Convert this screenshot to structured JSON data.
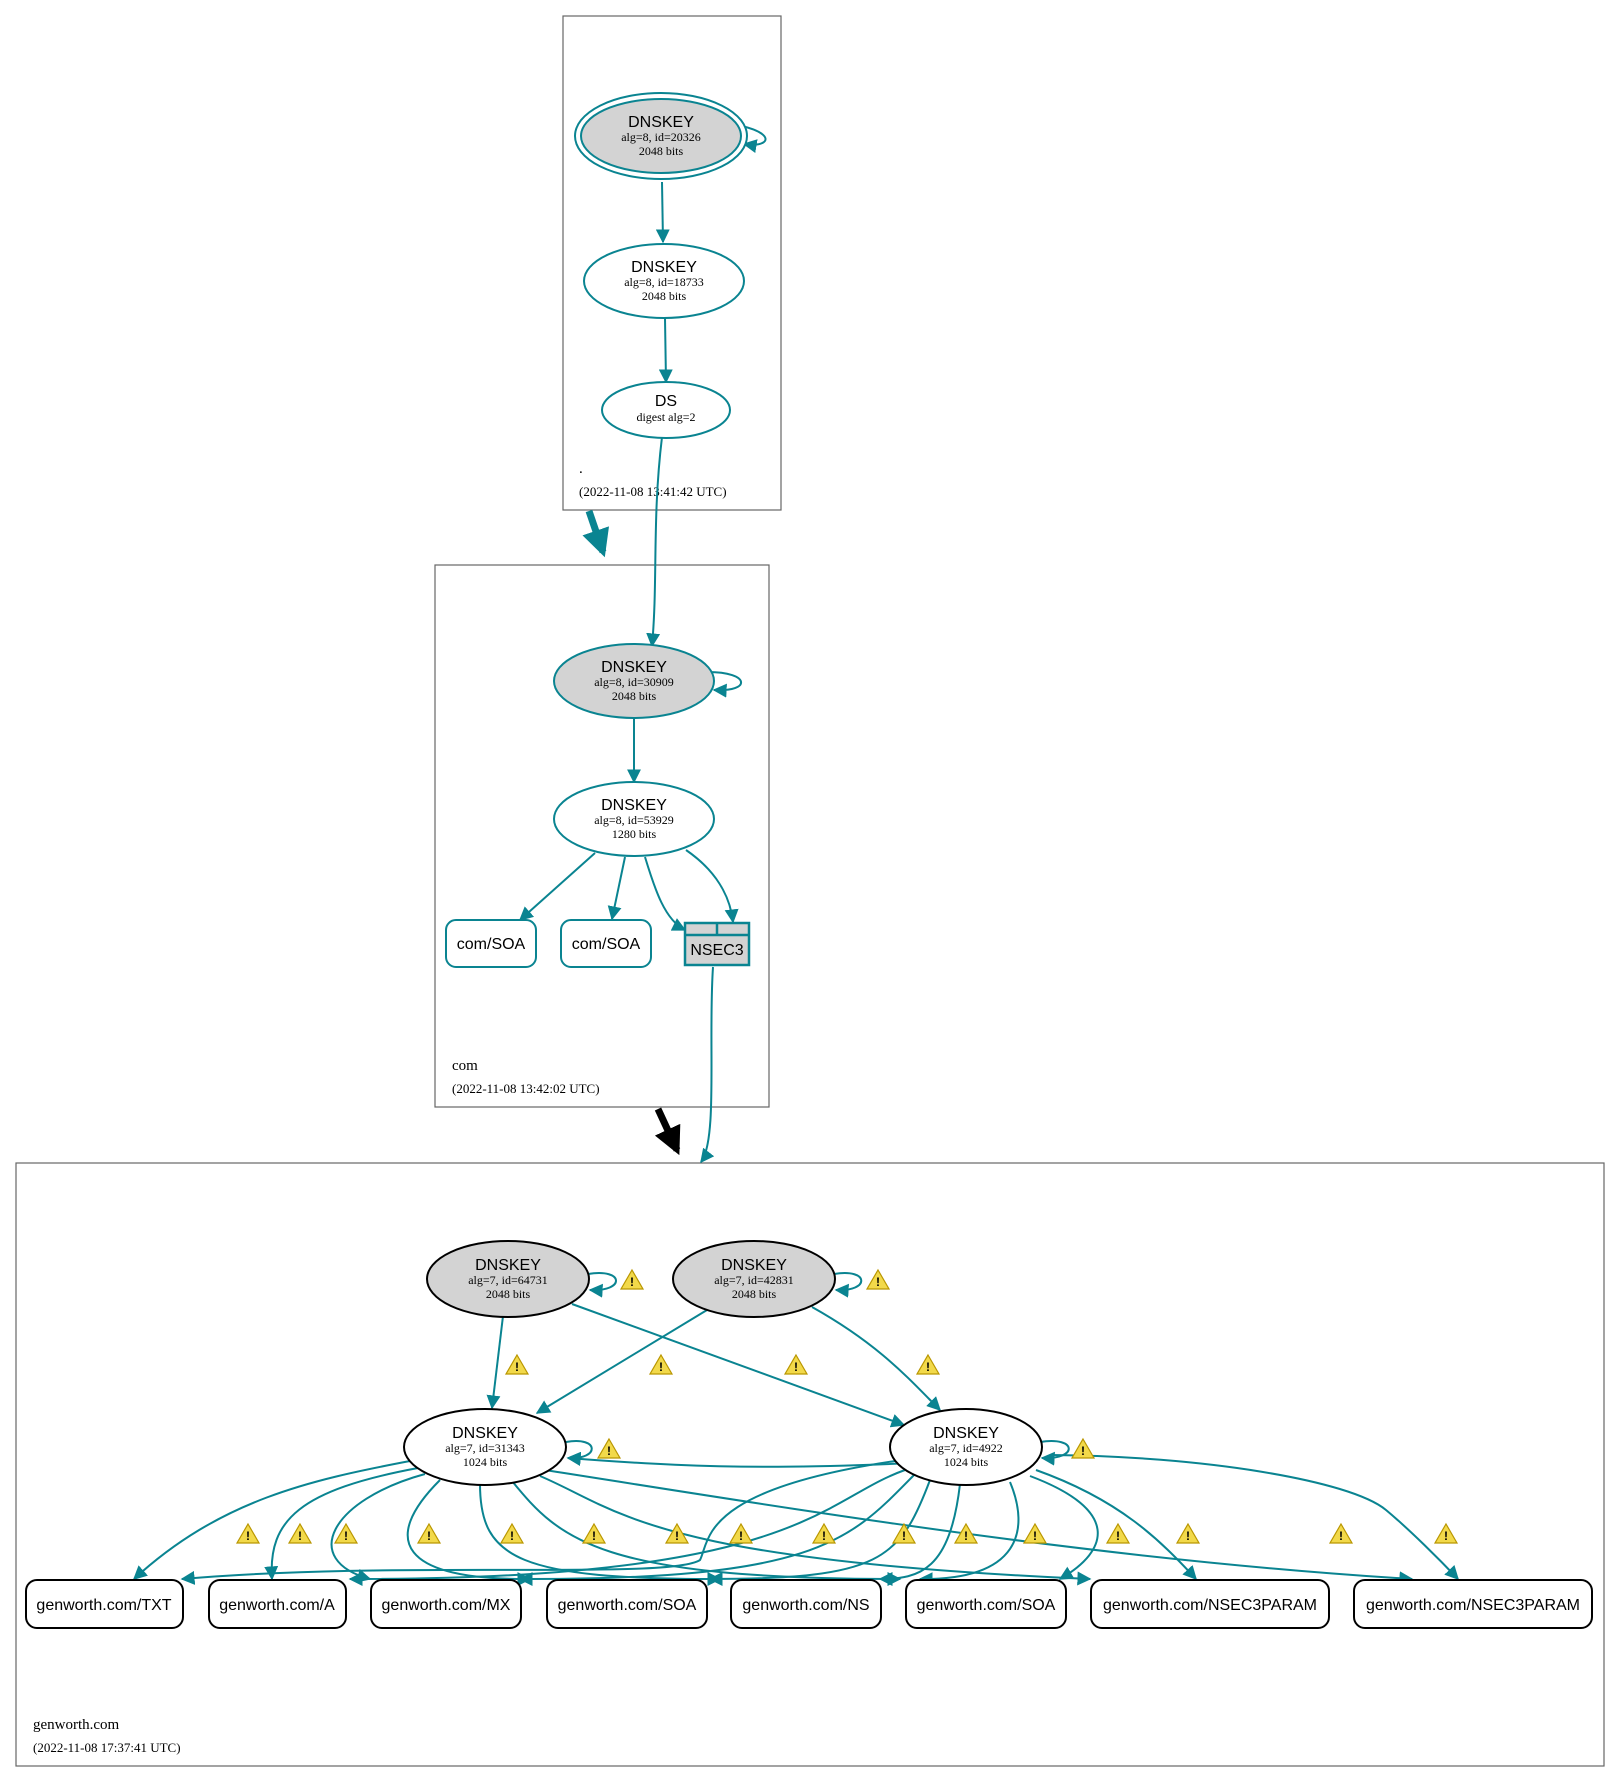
{
  "colors": {
    "secure": "#0a8491",
    "insecure_border": "#000000",
    "sep_fill": "#d3d3d3",
    "warning": "#f2d94a",
    "delegation_insecure": "#000000"
  },
  "zones": {
    "root": {
      "name": ".",
      "time": "(2022-11-08 13:41:42 UTC)"
    },
    "com": {
      "name": "com",
      "time": "(2022-11-08 13:42:02 UTC)"
    },
    "genworth": {
      "name": "genworth.com",
      "time": "(2022-11-08 17:37:41 UTC)"
    }
  },
  "nodes": {
    "root_ksk": {
      "title": "DNSKEY",
      "line1": "alg=8, id=20326",
      "line2": "2048 bits"
    },
    "root_zsk": {
      "title": "DNSKEY",
      "line1": "alg=8, id=18733",
      "line2": "2048 bits"
    },
    "root_ds": {
      "title": "DS",
      "line1": "digest alg=2"
    },
    "com_ksk": {
      "title": "DNSKEY",
      "line1": "alg=8, id=30909",
      "line2": "2048 bits"
    },
    "com_zsk": {
      "title": "DNSKEY",
      "line1": "alg=8, id=53929",
      "line2": "1280 bits"
    },
    "com_soa1": {
      "label": "com/SOA"
    },
    "com_soa2": {
      "label": "com/SOA"
    },
    "com_nsec3": {
      "label": "NSEC3"
    },
    "gw_ksk1": {
      "title": "DNSKEY",
      "line1": "alg=7, id=64731",
      "line2": "2048 bits"
    },
    "gw_ksk2": {
      "title": "DNSKEY",
      "line1": "alg=7, id=42831",
      "line2": "2048 bits"
    },
    "gw_zsk1": {
      "title": "DNSKEY",
      "line1": "alg=7, id=31343",
      "line2": "1024 bits"
    },
    "gw_zsk2": {
      "title": "DNSKEY",
      "line1": "alg=7, id=4922",
      "line2": "1024 bits"
    }
  },
  "rrsets": [
    {
      "label": "genworth.com/TXT"
    },
    {
      "label": "genworth.com/A"
    },
    {
      "label": "genworth.com/MX"
    },
    {
      "label": "genworth.com/SOA"
    },
    {
      "label": "genworth.com/NS"
    },
    {
      "label": "genworth.com/SOA"
    },
    {
      "label": "genworth.com/NSEC3PARAM"
    },
    {
      "label": "genworth.com/NSEC3PARAM"
    }
  ],
  "warning_icon": "warning-triangle-icon",
  "warning_glyph": "!"
}
